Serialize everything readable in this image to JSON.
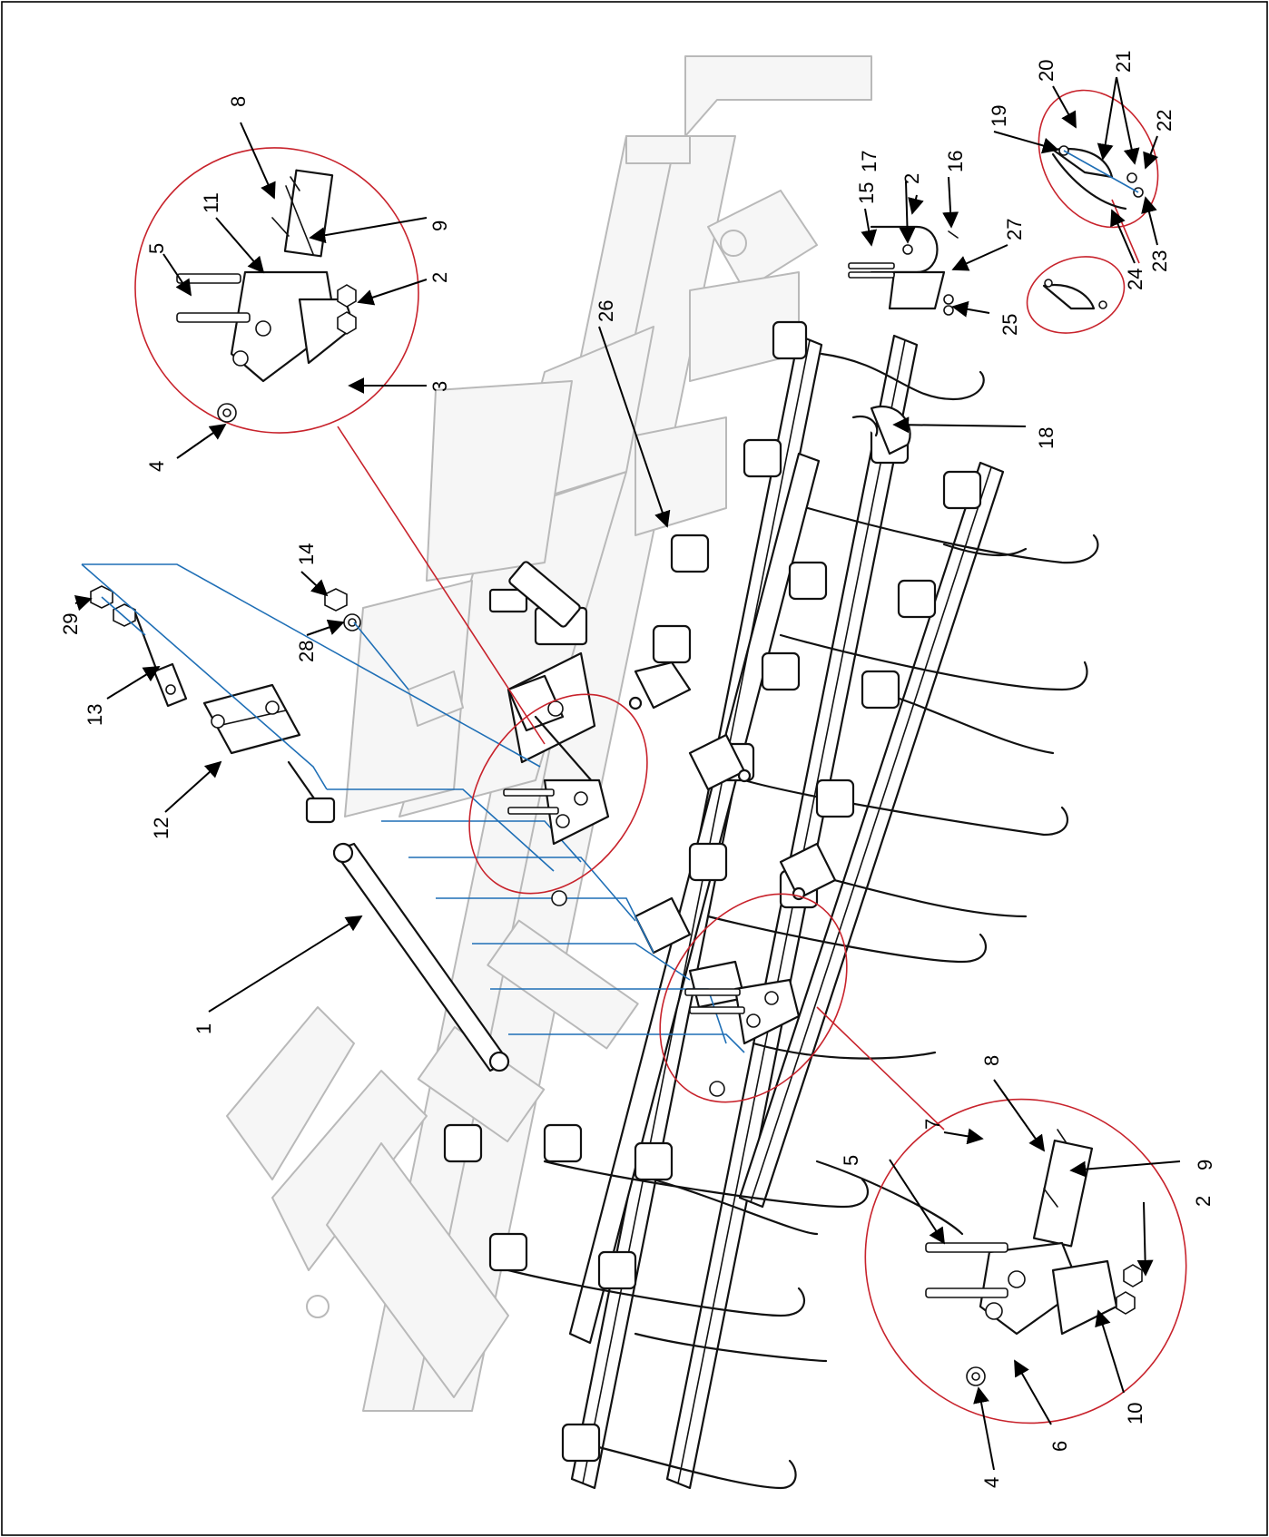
{
  "diagram": {
    "callouts": [
      {
        "id": "c1",
        "text": "1"
      },
      {
        "id": "c2a",
        "text": "2"
      },
      {
        "id": "c2b",
        "text": "2"
      },
      {
        "id": "c2c",
        "text": "2"
      },
      {
        "id": "c3",
        "text": "3"
      },
      {
        "id": "c4a",
        "text": "4"
      },
      {
        "id": "c4b",
        "text": "4"
      },
      {
        "id": "c5a",
        "text": "5"
      },
      {
        "id": "c5b",
        "text": "5"
      },
      {
        "id": "c6",
        "text": "6"
      },
      {
        "id": "c7",
        "text": "7"
      },
      {
        "id": "c8a",
        "text": "8"
      },
      {
        "id": "c8b",
        "text": "8"
      },
      {
        "id": "c9a",
        "text": "9"
      },
      {
        "id": "c9b",
        "text": "9"
      },
      {
        "id": "c10",
        "text": "10"
      },
      {
        "id": "c11",
        "text": "11"
      },
      {
        "id": "c12",
        "text": "12"
      },
      {
        "id": "c13",
        "text": "13"
      },
      {
        "id": "c14",
        "text": "14"
      },
      {
        "id": "c15",
        "text": "15"
      },
      {
        "id": "c16",
        "text": "16"
      },
      {
        "id": "c17",
        "text": "17"
      },
      {
        "id": "c18",
        "text": "18"
      },
      {
        "id": "c19",
        "text": "19"
      },
      {
        "id": "c20",
        "text": "20"
      },
      {
        "id": "c21",
        "text": "21"
      },
      {
        "id": "c22",
        "text": "22"
      },
      {
        "id": "c23",
        "text": "23"
      },
      {
        "id": "c24",
        "text": "24"
      },
      {
        "id": "c25",
        "text": "25"
      },
      {
        "id": "c26",
        "text": "26"
      },
      {
        "id": "c27",
        "text": "27"
      },
      {
        "id": "c28",
        "text": "28"
      },
      {
        "id": "c29",
        "text": "29"
      }
    ]
  },
  "colors": {
    "assembly_line": "#1f6fb6",
    "detail_circle": "#c8232c",
    "background_parts": "#b9b9b9",
    "ink": "#111111"
  }
}
